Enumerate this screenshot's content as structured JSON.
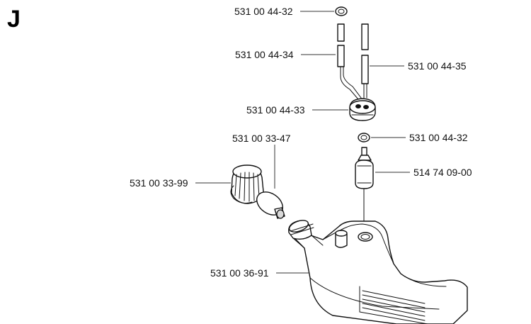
{
  "section_letter": "J",
  "labels": {
    "washer_top": "531 00 44-32",
    "hose_left": "531 00 44-34",
    "hose_right": "531 00 44-35",
    "grommet": "531 00 44-33",
    "washer_lower": "531 00 44-32",
    "filter": "514 74 09-00",
    "cap_seal": "531 00 33-47",
    "fuel_cap": "531 00 33-99",
    "fuel_tank": "531 00 36-91"
  }
}
